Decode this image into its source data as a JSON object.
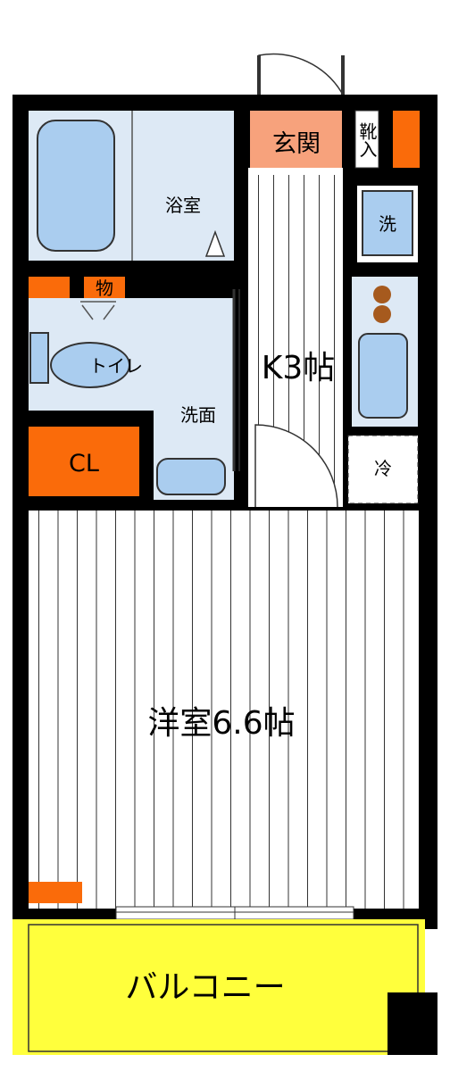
{
  "plan": {
    "rooms": {
      "entrance": "玄関",
      "shoe_storage": "靴入",
      "washer": "洗",
      "bathroom": "浴室",
      "storage": "物",
      "toilet": "トイレ",
      "washroom": "洗面",
      "closet": "CL",
      "kitchen": "K3帖",
      "fridge": "冷",
      "western_room": "洋室6.6帖",
      "balcony": "バルコニー"
    }
  },
  "colors": {
    "wall": "#000000",
    "wet_area_floor": "#dde9f5",
    "fixture_fill": "#aacdef",
    "fixture_stroke": "#333333",
    "storage_orange": "#fa6b0a",
    "entrance_floor": "#f7a27c",
    "stove_burner": "#a65a1e",
    "balcony_yellow": "#ffff3c",
    "floor_board_line": "#333333"
  }
}
